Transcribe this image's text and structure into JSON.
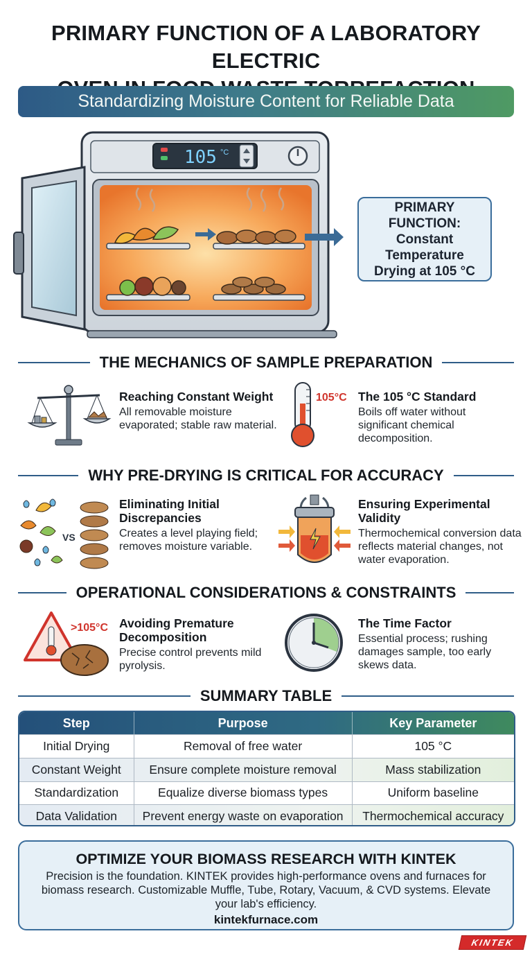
{
  "title_line1": "PRIMARY FUNCTION OF A LABORATORY ELECTRIC",
  "title_line2": "OVEN IN FOOD WASTE TORREFACTION",
  "subtitle": "Standardizing Moisture Content for Reliable Data",
  "oven": {
    "display_value": "105",
    "display_unit": "°C",
    "callout_label": "PRIMARY FUNCTION:",
    "callout_value": "Constant\nTemperature\nDrying at 105 °C"
  },
  "sections": {
    "mechanics": {
      "heading": "THE MECHANICS OF SAMPLE PREPARATION",
      "left": {
        "title": "Reaching Constant Weight",
        "desc": "All removable moisture evaporated; stable raw material."
      },
      "right": {
        "title": "The 105 °C Standard",
        "desc": "Boils off water without significant chemical decomposition.",
        "icon_label": "105°C"
      }
    },
    "predrying": {
      "heading": "WHY PRE-DRYING IS CRITICAL FOR ACCURACY",
      "left": {
        "title": "Eliminating Initial Discrepancies",
        "desc": "Creates a level playing field; removes moisture variable.",
        "icon_label": "VS"
      },
      "right": {
        "title": "Ensuring Experimental Validity",
        "desc": "Thermochemical conversion data reflects material changes, not water evaporation."
      }
    },
    "constraints": {
      "heading": "OPERATIONAL CONSIDERATIONS & CONSTRAINTS",
      "left": {
        "title": "Avoiding Premature Decomposition",
        "desc": "Precise control prevents mild pyrolysis.",
        "icon_label": ">105°C"
      },
      "right": {
        "title": "The Time Factor",
        "desc": "Essential process; rushing damages sample, too early skews data."
      }
    },
    "summary": {
      "heading": "SUMMARY TABLE"
    }
  },
  "table": {
    "headers": [
      "Step",
      "Purpose",
      "Key Parameter"
    ],
    "rows": [
      [
        "Initial Drying",
        "Removal of free water",
        "105 °C"
      ],
      [
        "Constant Weight",
        "Ensure complete moisture removal",
        "Mass stabilization"
      ],
      [
        "Standardization",
        "Equalize diverse biomass types",
        "Uniform baseline"
      ],
      [
        "Data Validation",
        "Prevent energy waste on evaporation",
        "Thermochemical accuracy"
      ]
    ]
  },
  "cta": {
    "title": "OPTIMIZE YOUR BIOMASS RESEARCH WITH KINTEK",
    "body": "Precision is the foundation. KINTEK provides high-performance ovens and furnaces for biomass research. Customizable Muffle, Tube, Rotary, Vacuum, & CVD systems. Elevate your lab's efficiency.",
    "url": "kintekfurnace.com"
  },
  "brand": "KINTEK",
  "colors": {
    "accent_blue": "#2f5d88",
    "accent_green": "#4f9a63",
    "oven_glow": "#f08a3c"
  }
}
